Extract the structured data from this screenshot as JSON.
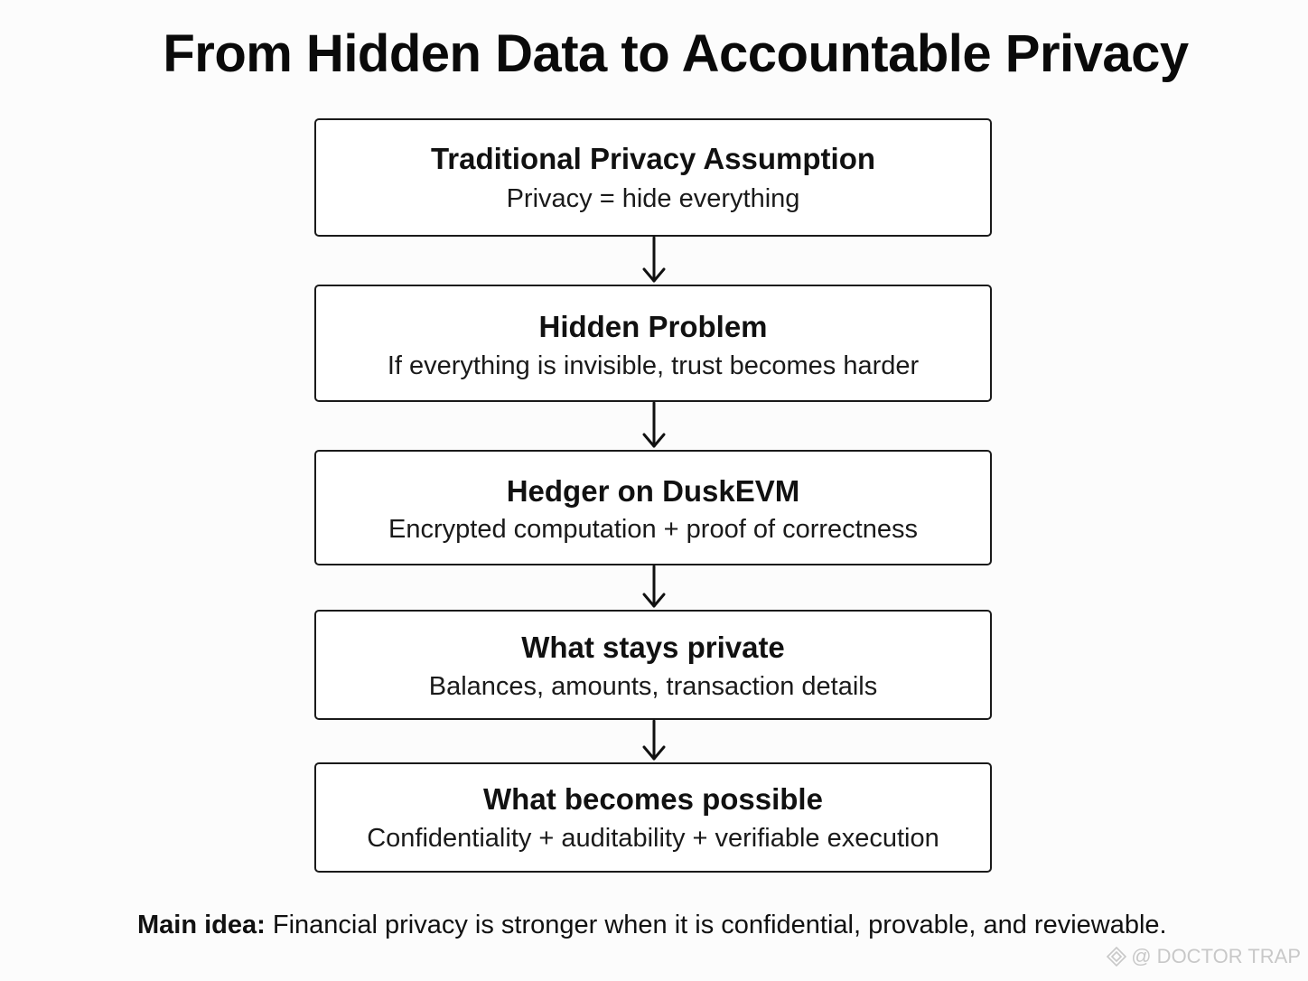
{
  "title": "From Hidden Data to Accountable Privacy",
  "steps": [
    {
      "heading": "Traditional Privacy Assumption",
      "text": "Privacy = hide everything"
    },
    {
      "heading": "Hidden Problem",
      "text": "If everything is invisible, trust becomes harder"
    },
    {
      "heading": "Hedger on DuskEVM",
      "text": "Encrypted computation + proof of correctness"
    },
    {
      "heading": "What stays private",
      "text": "Balances, amounts, transaction details"
    },
    {
      "heading": "What becomes possible",
      "text": "Confidentiality + auditability + verifiable execution"
    }
  ],
  "footer": {
    "label": "Main idea:",
    "text": " Financial privacy is stronger when it is confidential, provable, and reviewable."
  },
  "watermark": {
    "text": "@ DOCTOR TRAP",
    "icon": "diamond-logo-icon"
  }
}
